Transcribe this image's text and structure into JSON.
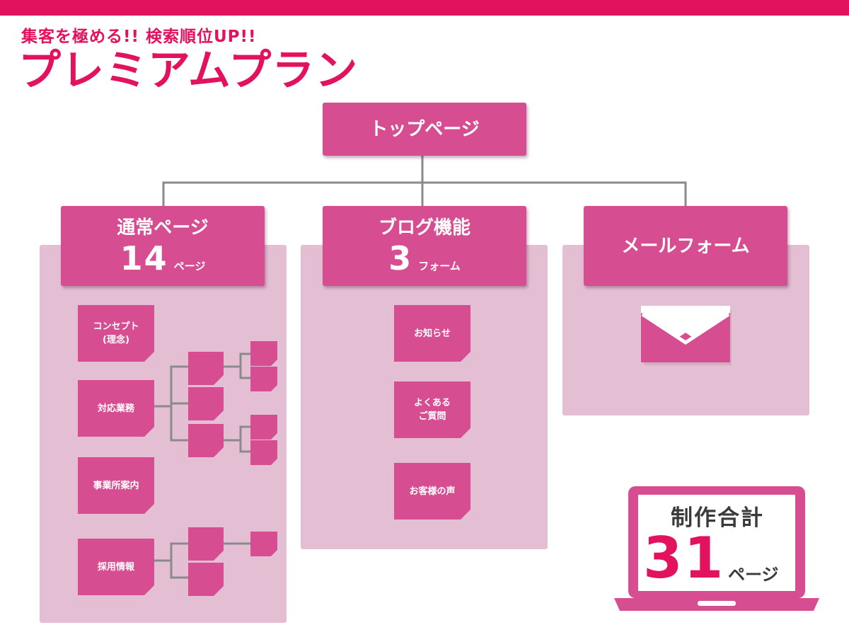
{
  "header": {
    "catch": "集客を極める!! 検索順位UP!!",
    "title": "プレミアムプラン"
  },
  "top_page": {
    "label": "トップページ"
  },
  "columns": {
    "normal": {
      "title": "通常ページ",
      "count": "14",
      "unit": "ページ",
      "items": {
        "concept": "コンセプト\n(理念)",
        "services": "対応業務",
        "office": "事業所案内",
        "recruit": "採用情報"
      }
    },
    "blog": {
      "title": "ブログ機能",
      "count": "3",
      "unit": "フォーム",
      "items": {
        "news": "お知らせ",
        "faq": "よくある\nご質問",
        "voice": "お客様の声"
      }
    },
    "mail": {
      "title": "メールフォーム"
    }
  },
  "total": {
    "label": "制作合計",
    "count": "31",
    "unit": "ページ"
  },
  "icons": {
    "mail": "envelope-icon",
    "laptop": "laptop-icon"
  },
  "colors": {
    "accent": "#e3125f",
    "box": "#d64d91",
    "panel": "#e4bfd3",
    "connector": "#8a8a8a"
  }
}
